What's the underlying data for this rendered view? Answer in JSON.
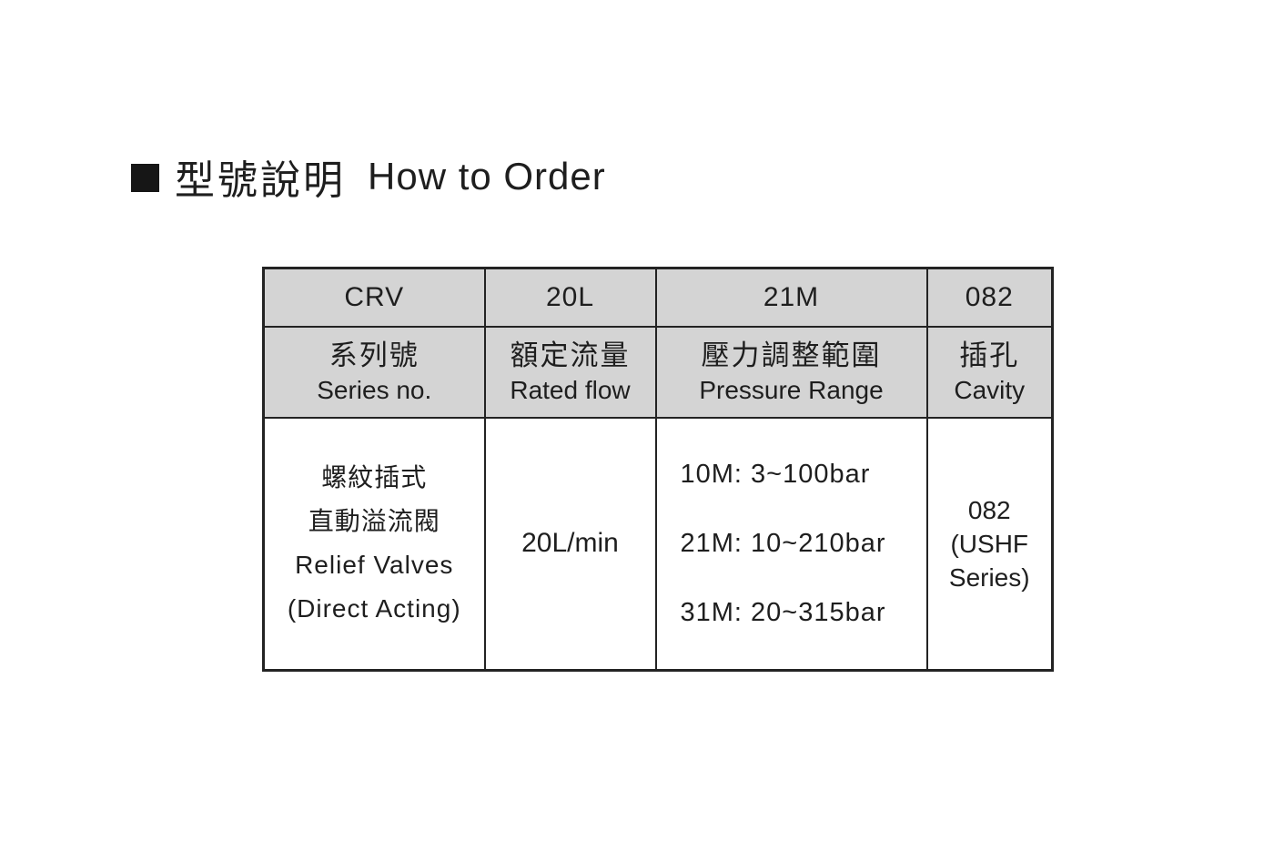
{
  "page": {
    "background": "#ffffff",
    "text_color": "#1e1e1e",
    "title": {
      "bullet_icon": "square-bullet",
      "zh": "型號說明",
      "en": "How to Order"
    }
  },
  "table": {
    "header_bg": "#d4d4d4",
    "border_color": "#232323",
    "code_row": [
      "CRV",
      "20L",
      "21M",
      "082"
    ],
    "label_row": [
      {
        "zh": "系列號",
        "en": "Series no."
      },
      {
        "zh": "額定流量",
        "en": "Rated flow"
      },
      {
        "zh": "壓力調整範圍",
        "en": "Pressure Range"
      },
      {
        "zh": "插孔",
        "en": "Cavity"
      }
    ],
    "body_row": {
      "series": {
        "lines": [
          "螺紋插式",
          "直動溢流閥",
          "Relief Valves",
          "(Direct Acting)"
        ]
      },
      "rated_flow": "20L/min",
      "pressure_ranges": [
        "10M: 3~100bar",
        "21M: 10~210bar",
        "31M: 20~315bar"
      ],
      "cavity": {
        "lines": [
          "082",
          "(USHF",
          "Series)"
        ]
      }
    }
  }
}
